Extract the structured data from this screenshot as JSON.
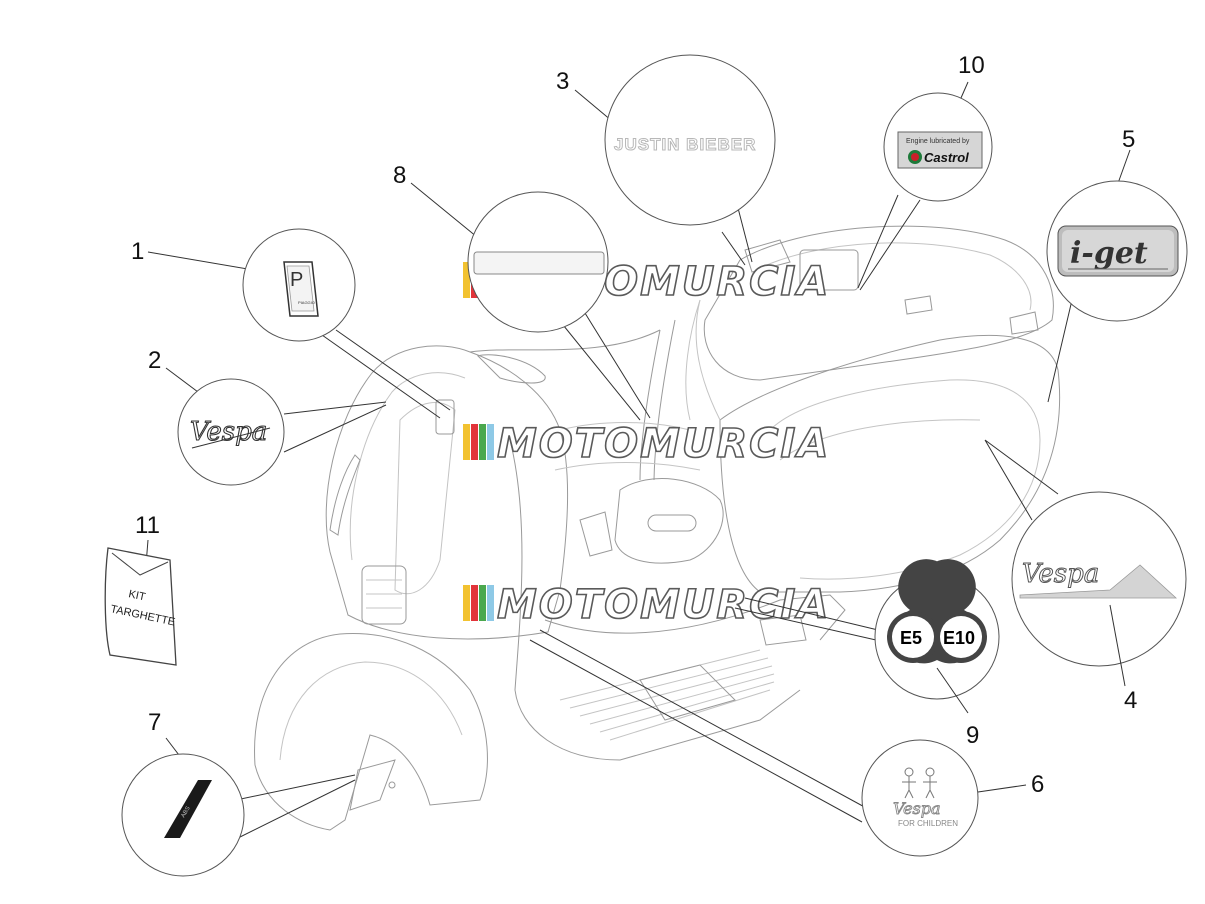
{
  "watermark": "MOTOMURCIA",
  "parts": [
    {
      "number": "1",
      "sticker": "Piaggio P badge",
      "label": "PIAGGIO"
    },
    {
      "number": "2",
      "sticker": "Vespa script badge",
      "label": "Vespa"
    },
    {
      "number": "3",
      "sticker": "Signature decal",
      "label": "JUSTIN BIEBER"
    },
    {
      "number": "4",
      "sticker": "Vespa side decal",
      "label": "Vespa"
    },
    {
      "number": "5",
      "sticker": "i-get badge",
      "label": "i-get"
    },
    {
      "number": "6",
      "sticker": "Vespa for Children decal",
      "label": "Vespa",
      "sublabel": "FOR CHILDREN"
    },
    {
      "number": "7",
      "sticker": "Mudguard stripe",
      "label": "ABS"
    },
    {
      "number": "8",
      "sticker": "Plate decal",
      "label": ""
    },
    {
      "number": "9",
      "sticker": "Fuel label",
      "label": "E5",
      "label2": "E10"
    },
    {
      "number": "10",
      "sticker": "Castrol label",
      "label": "Engine lubricated by",
      "label2": "Castrol"
    },
    {
      "number": "11",
      "sticker": "Sticker kit bag",
      "label": "KIT",
      "label2": "TARGHETTE"
    }
  ],
  "colors": {
    "castrol_green": "#1e7a3a",
    "castrol_red": "#c8202a",
    "watermark_stripes": [
      "#f2c230",
      "#e2343a",
      "#4aa84e",
      "#8ec9e6"
    ]
  }
}
